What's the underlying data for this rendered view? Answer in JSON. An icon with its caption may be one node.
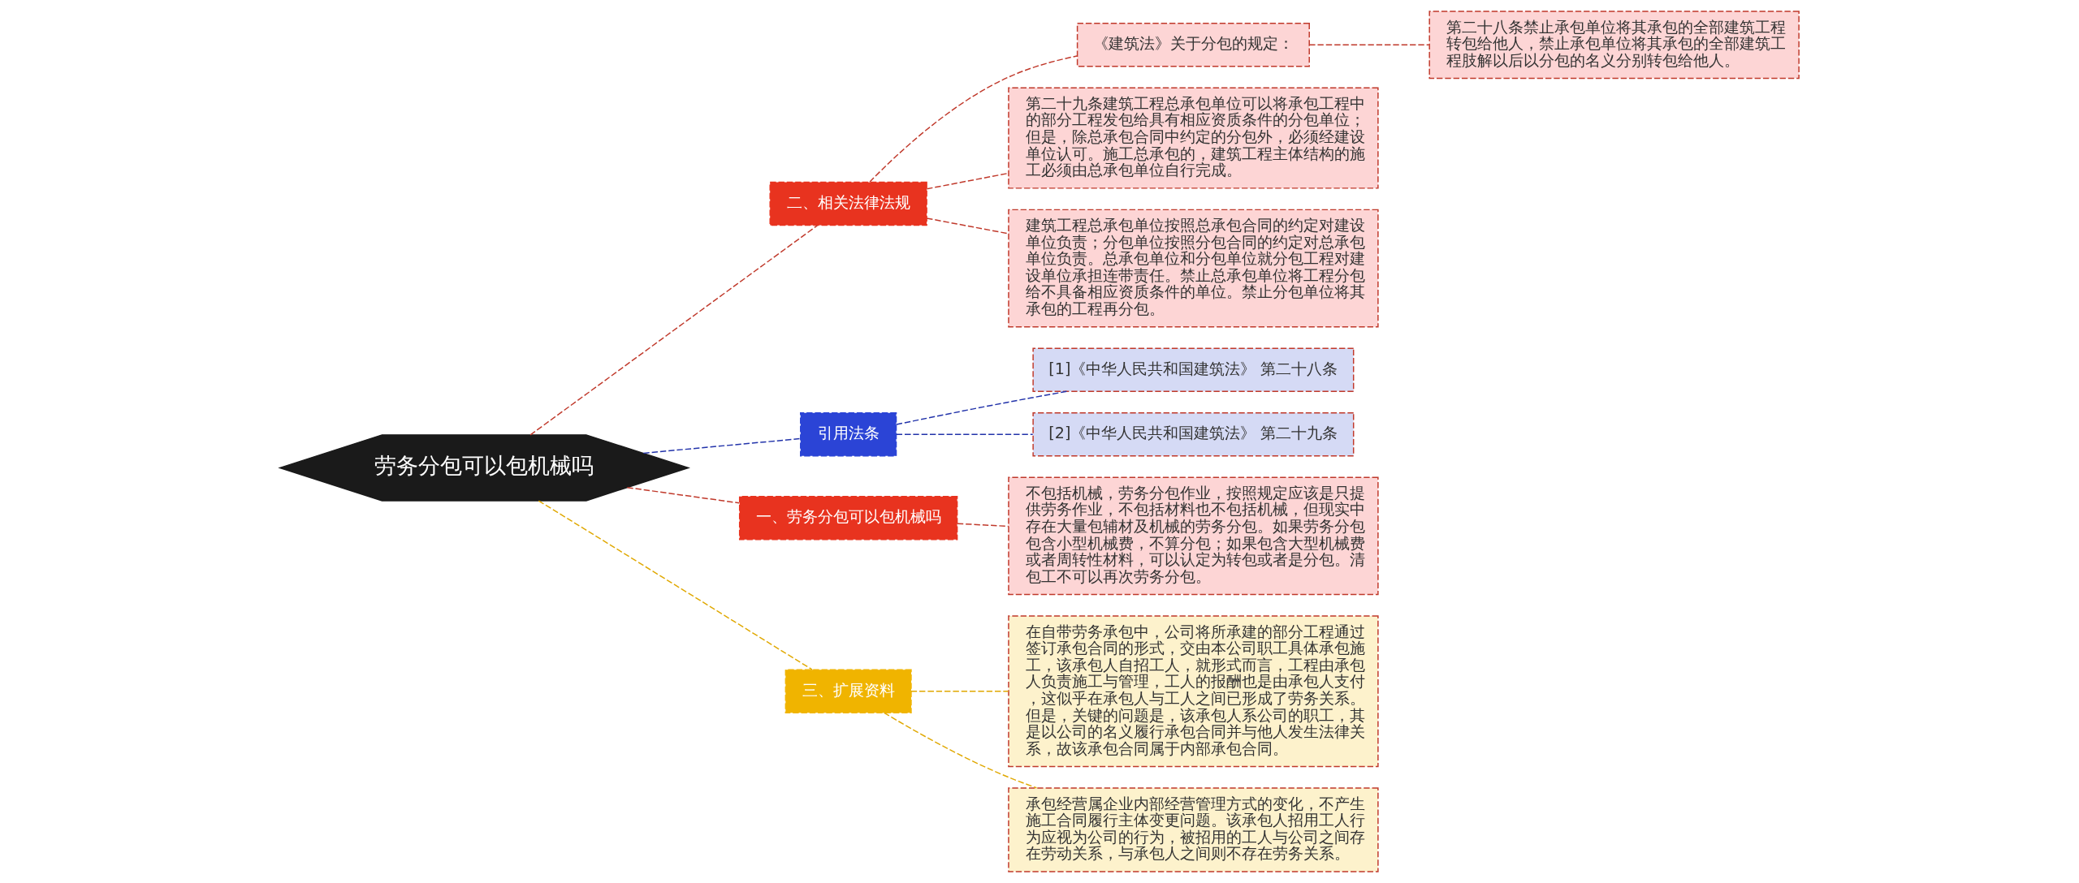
{
  "diagram": {
    "nodes": [
      {
        "text": [
          "劳务分包可以包机械吗"
        ]
      },
      {
        "text": [
          "二、相关法律法规"
        ]
      },
      {
        "text": [
          "《建筑法》关于分包的规定："
        ]
      },
      {
        "text": [
          "第二十八条禁止承包单位将其承包的全部建筑工程转包给他人，禁止承包单位将其承包的全部建筑工程肢解以后以分包的名义分别转包给他人。"
        ]
      },
      {
        "text": [
          "第二十九条建筑工程总承包单位可以将承包工程中的部分工程发包给具有相应资质条件的分包单位；但是，除总承包合同中约定的分包外，必须经建设单位认可。施工总承包的，建筑工程主体结构的施工必须由总承包单位自行完成。"
        ]
      },
      {
        "text": [
          "建筑工程总承包单位按照总承包合同的约定对建设单位负责；分包单位按照分包合同的约定对总承包单位负责。总承包单位和分包单位就分包工程对建设单位承担连带责任。禁止总承包单位将工程分包给不具备相应资质条件的单位。禁止分包单位将其承包的工程再分包。"
        ]
      },
      {
        "text": [
          "引用法条"
        ]
      },
      {
        "text": [
          "[1]《中华人民共和国建筑法》 第二十八条"
        ]
      },
      {
        "text": [
          "[2]《中华人民共和国建筑法》 第二十九条"
        ]
      },
      {
        "text": [
          "一、劳务分包可以包机械吗"
        ]
      },
      {
        "text": [
          "不包括机械，劳务分包作业，按照规定应该是只提供劳务作业，不包括材料也不包括机械，但现实中存在大量包辅材及机械的劳务分包。如果劳务分包包含小型机械费，不算分包；如果包含大型机械费或者周转性材料，可以认定为转包或者是分包。清包工不可以再次劳务分包。"
        ]
      },
      {
        "text": [
          "三、扩展资料"
        ]
      },
      {
        "text": [
          "在自带劳务承包中，公司将所承建的部分工程通过签订承包合同的形式，交由本公司职工具体承包施工，该承包人自招工人，就形式而言，工程由承包人负责施工与管理，工人的报酬也是由承包人支付，这似乎在承包人与工人之间已形成了劳务关系。但是，关键的问题是，该承包人系公司的职工，其是以公司的名义履行承包合同并与他人发生法律关系，故该承包合同属于内部承包合同。"
        ]
      },
      {
        "text": [
          "承包经营属企业内部经营管理方式的变化，不产生施工合同履行主体变更问题。该承包人招用工人行为应视为公司的行为，被招用的工人与公司之间存在劳动关系，与承包人之间则不存在劳务关系。"
        ]
      }
    ],
    "edges": [
      {
        "from": 0,
        "to": 1,
        "arrow": "none",
        "style": "dashed"
      },
      {
        "from": 1,
        "to": 2,
        "arrow": "none",
        "style": "dashed"
      },
      {
        "from": 2,
        "to": 3,
        "arrow": "none",
        "style": "dashed"
      },
      {
        "from": 1,
        "to": 4,
        "arrow": "none",
        "style": "dashed"
      },
      {
        "from": 1,
        "to": 5,
        "arrow": "none",
        "style": "dashed"
      },
      {
        "from": 0,
        "to": 6,
        "arrow": "none",
        "style": "dashed",
        "color": "#2233aa"
      },
      {
        "from": 6,
        "to": 7,
        "arrow": "none",
        "style": "dashed",
        "color": "#2233aa"
      },
      {
        "from": 6,
        "to": 8,
        "arrow": "none",
        "style": "dashed",
        "color": "#2233aa"
      },
      {
        "from": 0,
        "to": 9,
        "arrow": "none",
        "style": "dashed"
      },
      {
        "from": 9,
        "to": 10,
        "arrow": "none",
        "style": "dashed"
      },
      {
        "from": 0,
        "to": 11,
        "arrow": "none",
        "style": "dashed",
        "color": "#e0a800"
      },
      {
        "from": 11,
        "to": 12,
        "arrow": "none",
        "style": "dashed",
        "color": "#e0a800"
      },
      {
        "from": 11,
        "to": 13,
        "arrow": "none",
        "style": "dashed",
        "color": "#e0a800"
      }
    ]
  }
}
